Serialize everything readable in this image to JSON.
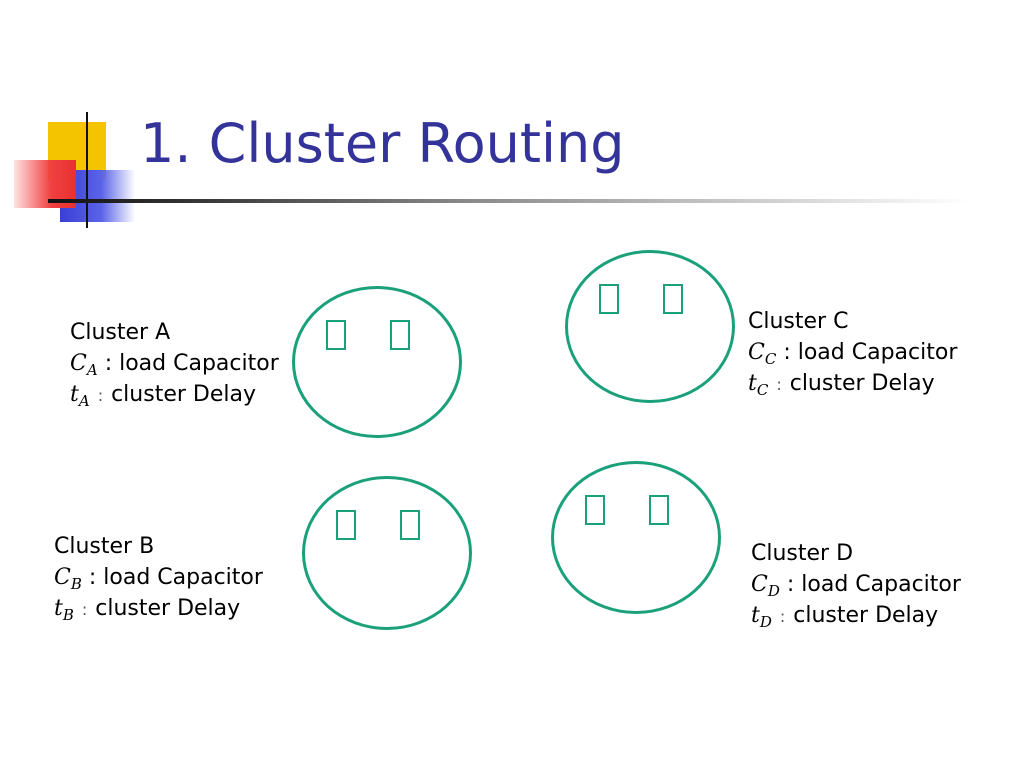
{
  "slide": {
    "title": "1. Cluster Routing"
  },
  "clusters": [
    {
      "id": "A",
      "name": "Cluster A",
      "cap_symbol": "C",
      "cap_sub": "A",
      "cap_text": ": load Capacitor",
      "delay_symbol": "t",
      "delay_sub": "A",
      "delay_sep": ":",
      "delay_text": "cluster Delay"
    },
    {
      "id": "B",
      "name": "Cluster B",
      "cap_symbol": "C",
      "cap_sub": "B",
      "cap_text": ": load Capacitor",
      "delay_symbol": "t",
      "delay_sub": "B",
      "delay_sep": ":",
      "delay_text": "cluster Delay"
    },
    {
      "id": "C",
      "name": "Cluster C",
      "cap_symbol": "C",
      "cap_sub": "C",
      "cap_text": ": load Capacitor",
      "delay_symbol": "t",
      "delay_sub": "C",
      "delay_sep": ":",
      "delay_text": "cluster Delay"
    },
    {
      "id": "D",
      "name": "Cluster D",
      "cap_symbol": "C",
      "cap_sub": "D",
      "cap_text": ": load Capacitor",
      "delay_symbol": "t",
      "delay_sub": "D",
      "delay_sep": ":",
      "delay_text": "cluster Delay"
    }
  ],
  "colors": {
    "title": "#333399",
    "circle_stroke": "#1aa07a",
    "deco_yellow": "#f5c400",
    "deco_blue": "#3a3fd6",
    "deco_red": "#e83030"
  }
}
